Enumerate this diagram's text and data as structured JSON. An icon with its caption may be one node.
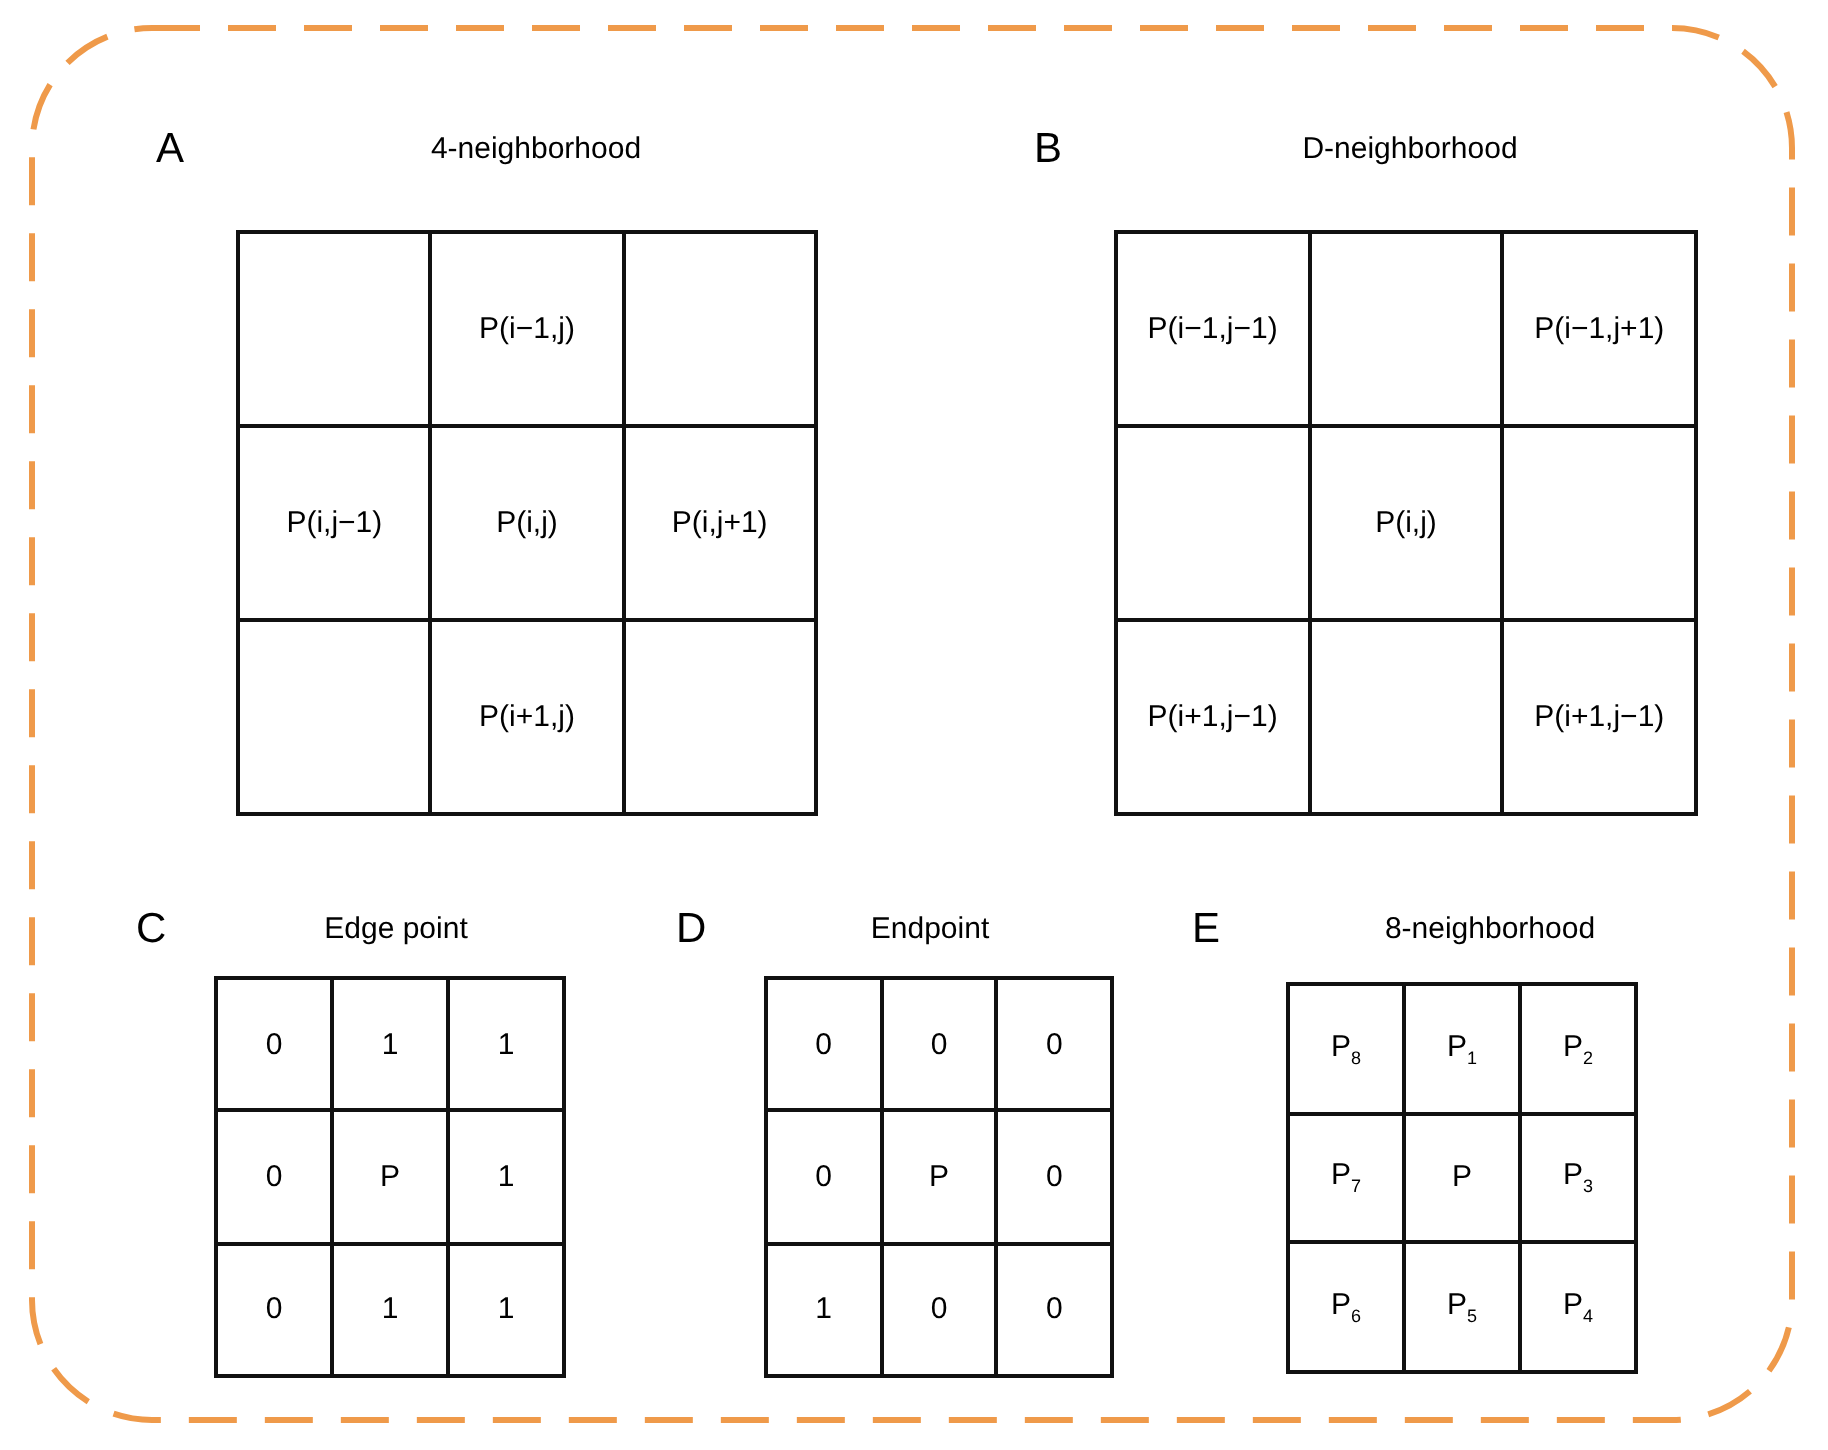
{
  "diagram": {
    "nodes": [
      {
        "text": [
          "A",
          "4-neighborhood"
        ]
      },
      {
        "text": [],
        "shape": "box",
        "in": 0
      },
      {
        "text": [
          "P(i−1,j)"
        ],
        "in": 0
      },
      {
        "text": [],
        "shape": "box",
        "in": 0
      },
      {
        "text": [
          "P(i,j−1)"
        ],
        "in": 0
      },
      {
        "text": [
          "P(i,j)"
        ],
        "in": 0
      },
      {
        "text": [
          "P(i,j+1)"
        ],
        "in": 0
      },
      {
        "text": [],
        "shape": "box",
        "in": 0
      },
      {
        "text": [
          "P(i+1,j)"
        ],
        "in": 0
      },
      {
        "text": [],
        "shape": "box",
        "in": 0
      },
      {
        "text": [
          "B",
          "D-neighborhood"
        ]
      },
      {
        "text": [
          "P(i−1,j−1)"
        ],
        "in": 10
      },
      {
        "text": [],
        "shape": "box",
        "in": 10
      },
      {
        "text": [
          "P(i−1,j+1)"
        ],
        "in": 10
      },
      {
        "text": [],
        "shape": "box",
        "in": 10
      },
      {
        "text": [
          "P(i,j)"
        ],
        "in": 10
      },
      {
        "text": [],
        "shape": "box",
        "in": 10
      },
      {
        "text": [
          "P(i+1,j−1)"
        ],
        "in": 10
      },
      {
        "text": [],
        "shape": "box",
        "in": 10
      },
      {
        "text": [
          "P(i+1,j−1)"
        ],
        "in": 10
      },
      {
        "text": [
          "C",
          "Edge point"
        ]
      },
      {
        "text": [
          "0"
        ],
        "in": 20
      },
      {
        "text": [
          "1"
        ],
        "in": 20
      },
      {
        "text": [
          "1"
        ],
        "in": 20
      },
      {
        "text": [
          "0"
        ],
        "in": 20
      },
      {
        "text": [
          "P"
        ],
        "in": 20
      },
      {
        "text": [
          "1"
        ],
        "in": 20
      },
      {
        "text": [
          "0"
        ],
        "in": 20
      },
      {
        "text": [
          "1"
        ],
        "in": 20
      },
      {
        "text": [
          "1"
        ],
        "in": 20
      },
      {
        "text": [
          "D",
          "Endpoint"
        ]
      },
      {
        "text": [
          "0"
        ],
        "in": 30
      },
      {
        "text": [
          "0"
        ],
        "in": 30
      },
      {
        "text": [
          "0"
        ],
        "in": 30
      },
      {
        "text": [
          "0"
        ],
        "in": 30
      },
      {
        "text": [
          "P"
        ],
        "in": 30
      },
      {
        "text": [
          "0"
        ],
        "in": 30
      },
      {
        "text": [
          "1"
        ],
        "in": 30
      },
      {
        "text": [
          "0"
        ],
        "in": 30
      },
      {
        "text": [
          "0"
        ],
        "in": 30
      },
      {
        "text": [
          "E",
          "8-neighborhood"
        ]
      },
      {
        "text": [
          "P$_{8}$"
        ],
        "in": 40
      },
      {
        "text": [
          "P$_{1}$"
        ],
        "in": 40
      },
      {
        "text": [
          "P$_{2}$"
        ],
        "in": 40
      },
      {
        "text": [
          "P$_{7}$"
        ],
        "in": 40
      },
      {
        "text": [
          "P"
        ],
        "in": 40
      },
      {
        "text": [
          "P$_{3}$"
        ],
        "in": 40
      },
      {
        "text": [
          "P$_{6}$"
        ],
        "in": 40
      },
      {
        "text": [
          "P$_{5}$"
        ],
        "in": 40
      },
      {
        "text": [
          "P$_{4}$"
        ],
        "in": 40
      }
    ]
  }
}
